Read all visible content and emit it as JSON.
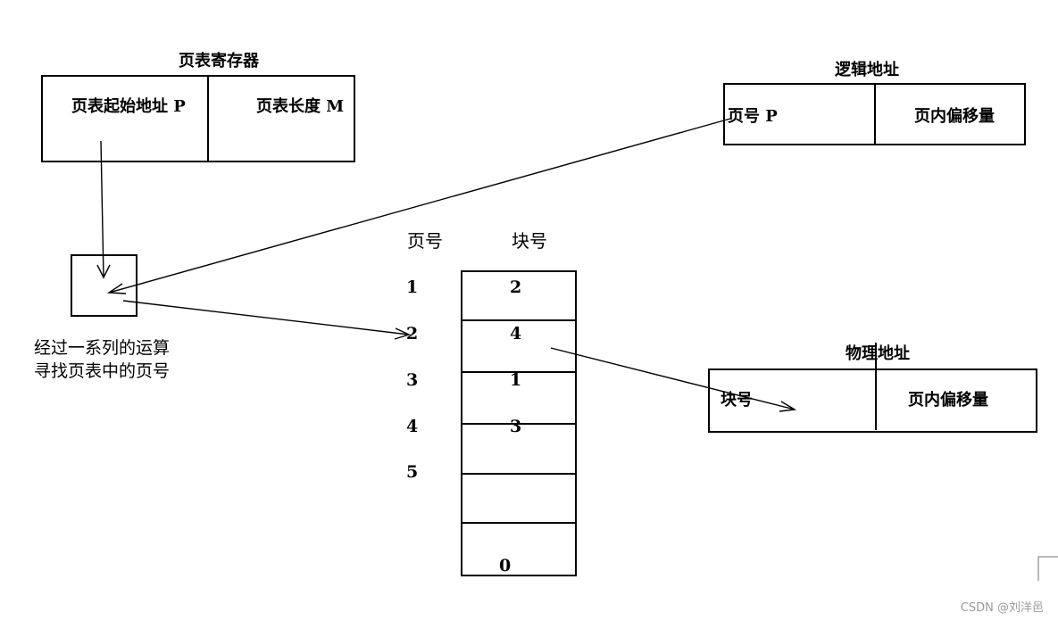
{
  "page_table_register": {
    "title": "页表寄存器",
    "start_address": "页表起始地址 P",
    "length": "页表长度 M"
  },
  "logical_address": {
    "title": "逻辑地址",
    "page_number": "页号 P",
    "offset": "页内偏移量"
  },
  "physical_address": {
    "title": "物理地址",
    "block_number": "块号",
    "offset": "页内偏移量"
  },
  "search_note": [
    "经过一系列的运算",
    "寻找页表中的页号"
  ],
  "page_table": {
    "page_header": "页号",
    "block_header": "块号",
    "page_numbers": [
      "1",
      "2",
      "3",
      "4",
      "5"
    ],
    "block_numbers": [
      "2",
      "4",
      "1",
      "3",
      "",
      "0"
    ]
  },
  "watermark": "CSDN @刘洋邑"
}
